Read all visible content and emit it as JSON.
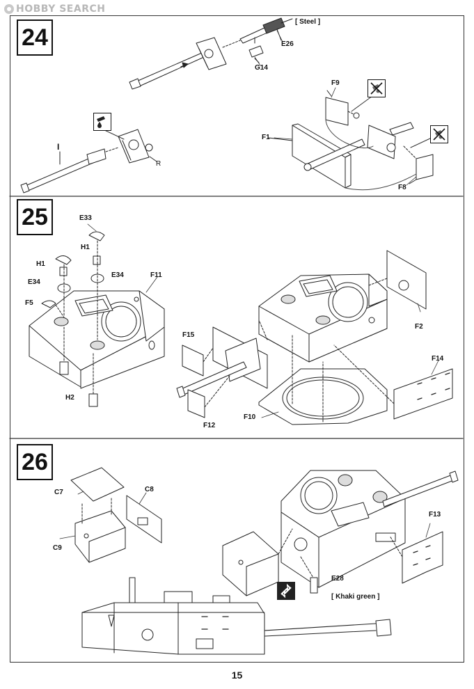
{
  "watermark": {
    "text": "HOBBY SEARCH"
  },
  "page_number": "15",
  "steps": {
    "s24": "24",
    "s25": "25",
    "s26": "26"
  },
  "labels": {
    "steel": "[ Steel ]",
    "e26": "E26",
    "g14": "G14",
    "f9": "F9",
    "f1": "F1",
    "f8": "F8",
    "i": "I",
    "r": "R",
    "e33": "E33",
    "h1a": "H1",
    "h1b": "H1",
    "e34a": "E34",
    "e34b": "E34",
    "f5": "F5",
    "f11": "F11",
    "h2": "H2",
    "f15": "F15",
    "f12": "F12",
    "f10": "F10",
    "f2": "F2",
    "f14": "F14",
    "c7": "C7",
    "c8": "C8",
    "c9": "C9",
    "f13": "F13",
    "e28": "E28",
    "khaki": "[ Khaki green ]"
  },
  "icons": [
    "cement-drop-icon",
    "no-cement-icon",
    "no-cement-icon",
    "reverse-arrows-icon"
  ]
}
